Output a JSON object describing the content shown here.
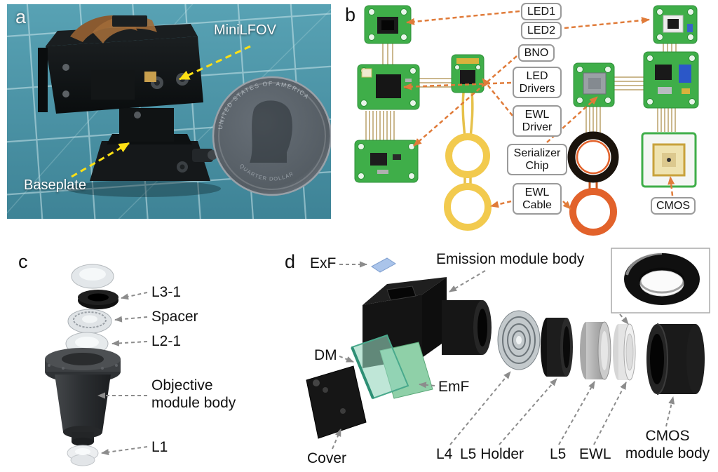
{
  "panel_a": {
    "letter": "a",
    "minilfov_label": "MiniLFOV",
    "baseplate_label": "Baseplate",
    "coin_top_text": "UNITED STATES OF AMERICA",
    "coin_bottom_text": "QUARTER DOLLAR"
  },
  "panel_b": {
    "letter": "b",
    "led1": "LED1",
    "led2": "LED2",
    "bno": "BNO",
    "led_drivers": "LED Drivers",
    "ewl_driver": "EWL Driver",
    "serializer_chip": "Serializer Chip",
    "ewl_cable": "EWL Cable",
    "cmos": "CMOS"
  },
  "panel_c": {
    "letter": "c",
    "l3_1": "L3-1",
    "spacer": "Spacer",
    "l2_1": "L2-1",
    "objective_module_body": "Objective module body",
    "l1": "L1"
  },
  "panel_d": {
    "letter": "d",
    "exf": "ExF",
    "emission_module_body": "Emission module body",
    "dm": "DM",
    "emf": "EmF",
    "cover": "Cover",
    "l4": "L4",
    "l5_holder": "L5 Holder",
    "l5": "L5",
    "ewl": "EWL",
    "cmos_module_body": "CMOS module body"
  },
  "colors": {
    "pcb_green": "#3fae49",
    "label_arrow_orange": "#e07b39",
    "photo_arrow_yellow": "#ffe014",
    "diagram_arrow_gray": "#8c8c8c",
    "mat_teal": "#4b93a6",
    "ewl_cable_yellow": "#f2ca4e",
    "ewl_cable_orange": "#e2622b"
  }
}
